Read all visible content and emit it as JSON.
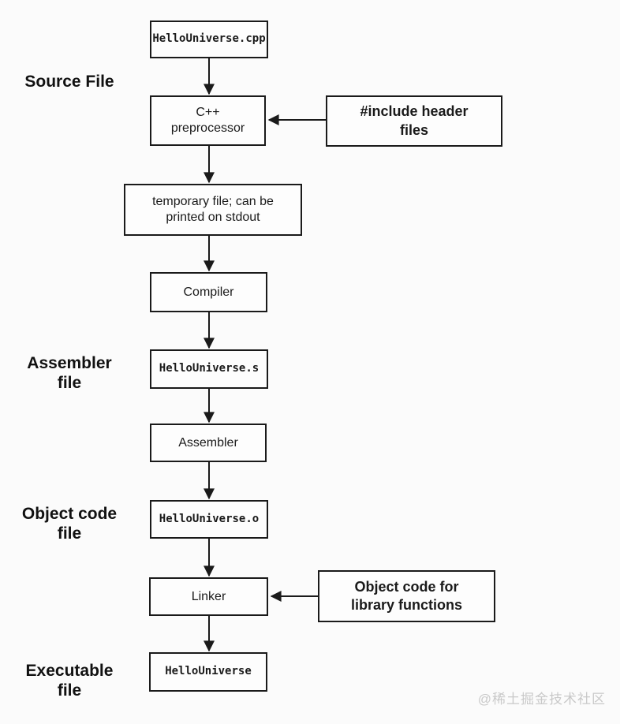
{
  "flowchart": {
    "stage_labels": {
      "source": "Source File",
      "assembler": "Assembler\nfile",
      "object": "Object code\nfile",
      "executable": "Executable\nfile"
    },
    "nodes": {
      "source_file": "HelloUniverse.cpp",
      "preprocessor": "C++\npreprocessor",
      "temp_file": "temporary file; can be\nprinted on stdout",
      "compiler": "Compiler",
      "assembly_file": "HelloUniverse.s",
      "assembler": "Assembler",
      "object_file": "HelloUniverse.o",
      "linker": "Linker",
      "executable_file": "HelloUniverse"
    },
    "side_inputs": {
      "headers": "#include header\nfiles",
      "library_objects": "Object code for\nlibrary functions"
    }
  },
  "watermark": "@稀土掘金技术社区",
  "colors": {
    "line": "#1a1a1a",
    "background": "#fbfbfb",
    "watermark": "#c9c9c9"
  }
}
